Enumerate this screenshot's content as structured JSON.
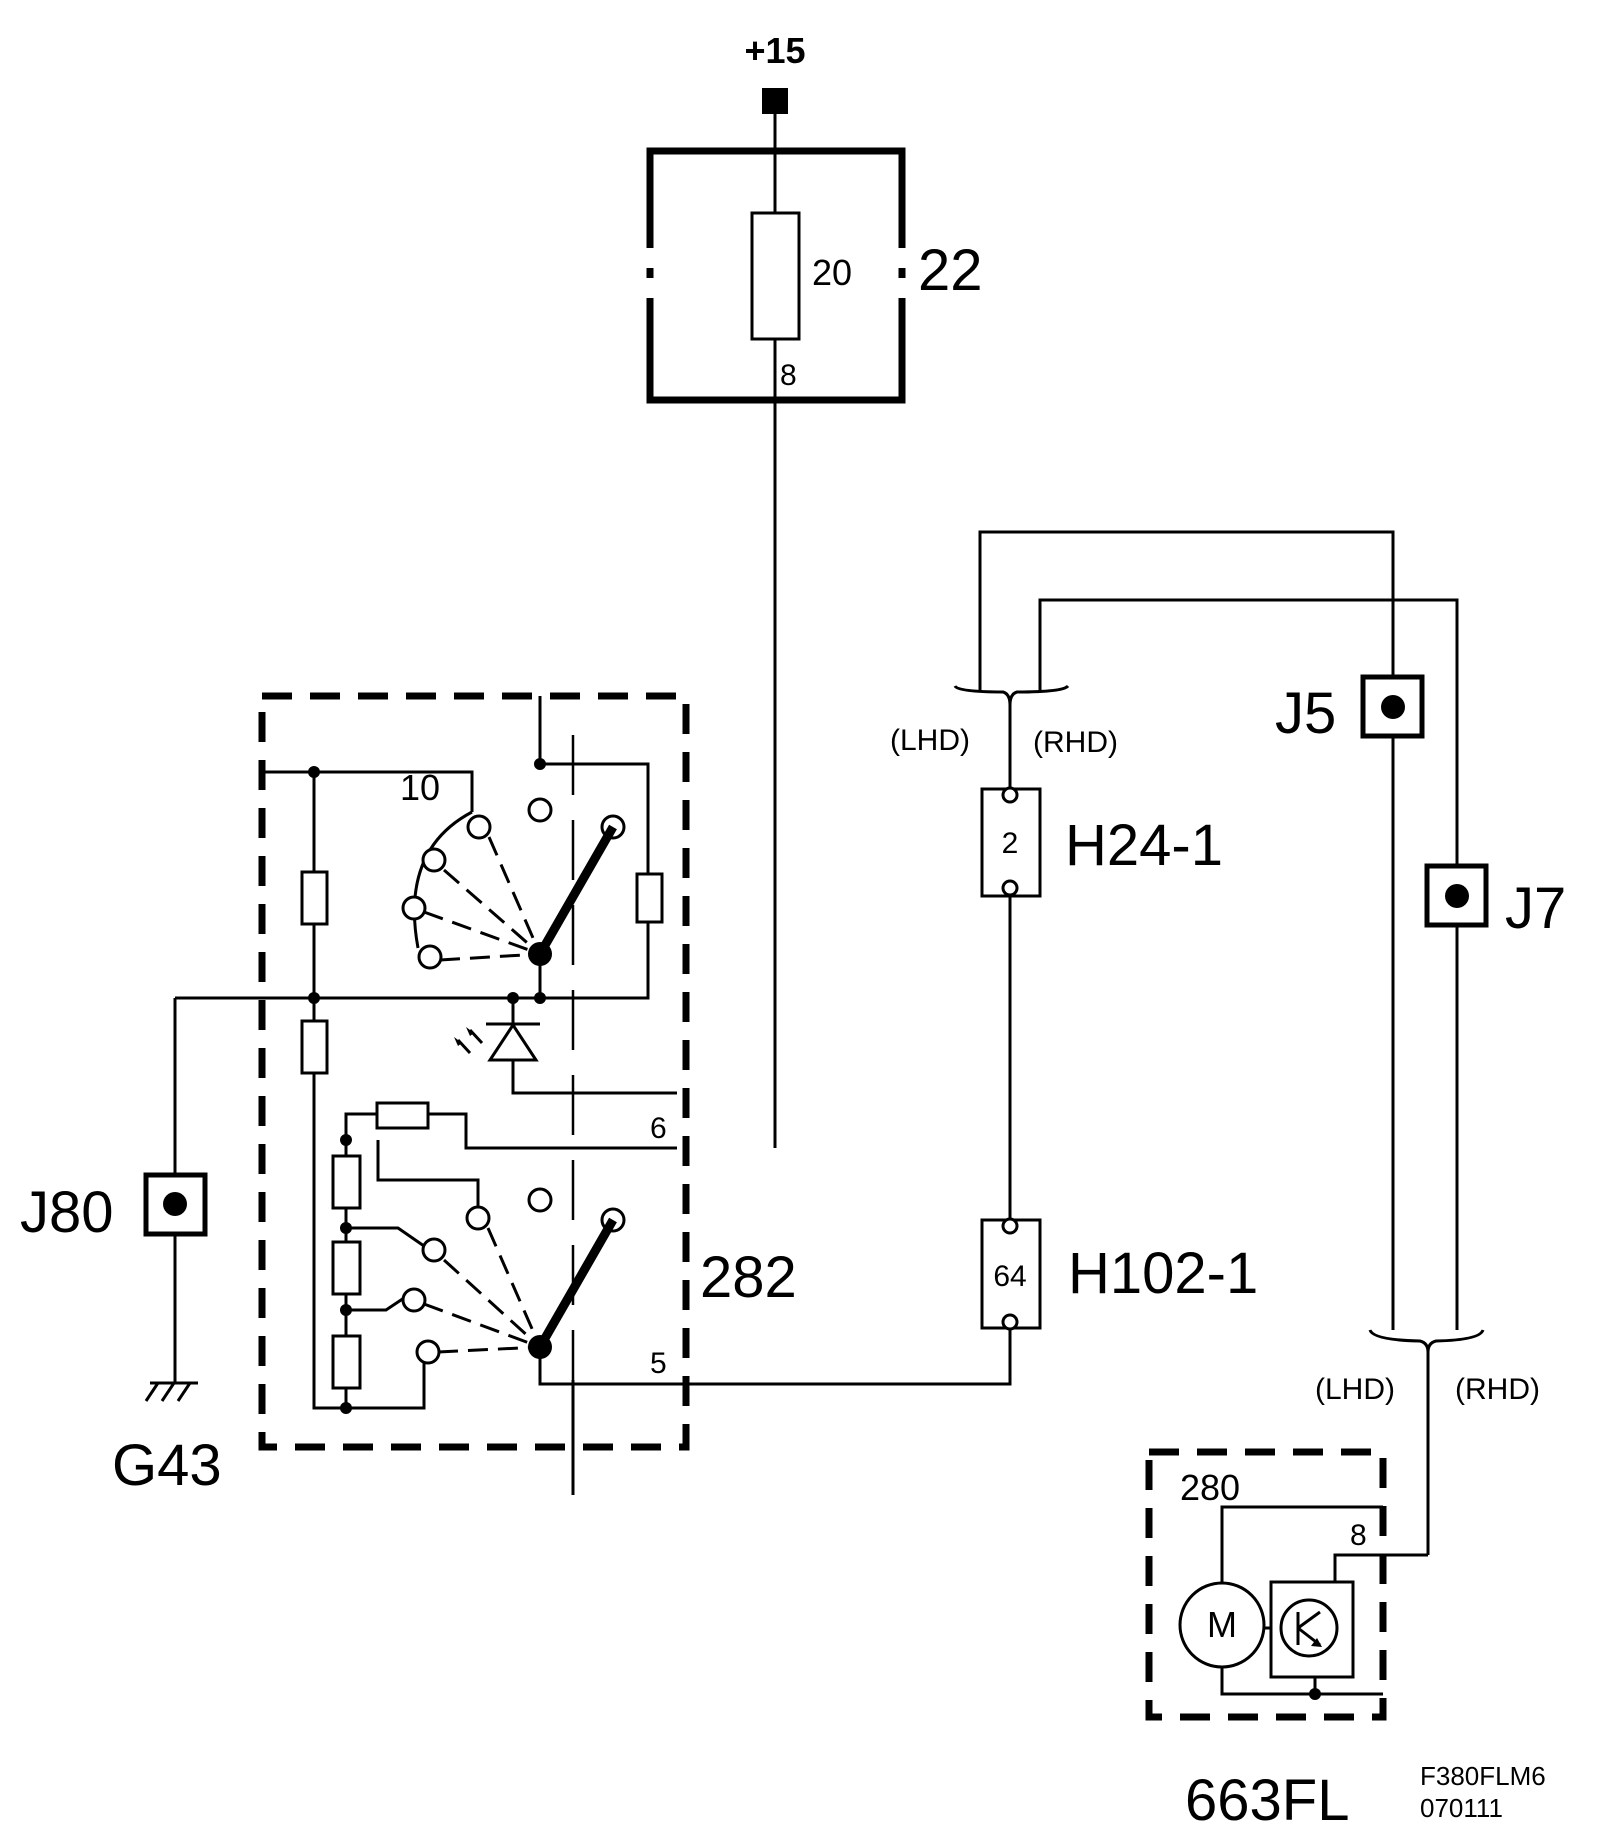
{
  "supply": {
    "label": "+15"
  },
  "fuse_box": {
    "id": "22",
    "rating": "20",
    "pin": "8"
  },
  "switch_unit": {
    "id": "282",
    "position_label": "10",
    "pin_top": "6",
    "pin_bottom": "5"
  },
  "ground_splice": {
    "id": "J80"
  },
  "ground": {
    "id": "G43"
  },
  "connector_upper": {
    "id": "H24-1",
    "pin": "2"
  },
  "connector_lower": {
    "id": "H102-1",
    "pin": "64"
  },
  "splices": {
    "j5": "J5",
    "j7": "J7"
  },
  "variants": {
    "lhd": "(LHD)",
    "rhd": "(RHD)"
  },
  "motor_unit": {
    "id": "663FL",
    "pin_a": "280",
    "pin_b": "8",
    "motor_symbol": "M"
  },
  "drawing_ref": {
    "line1": "F380FLM6",
    "line2": "070111"
  }
}
